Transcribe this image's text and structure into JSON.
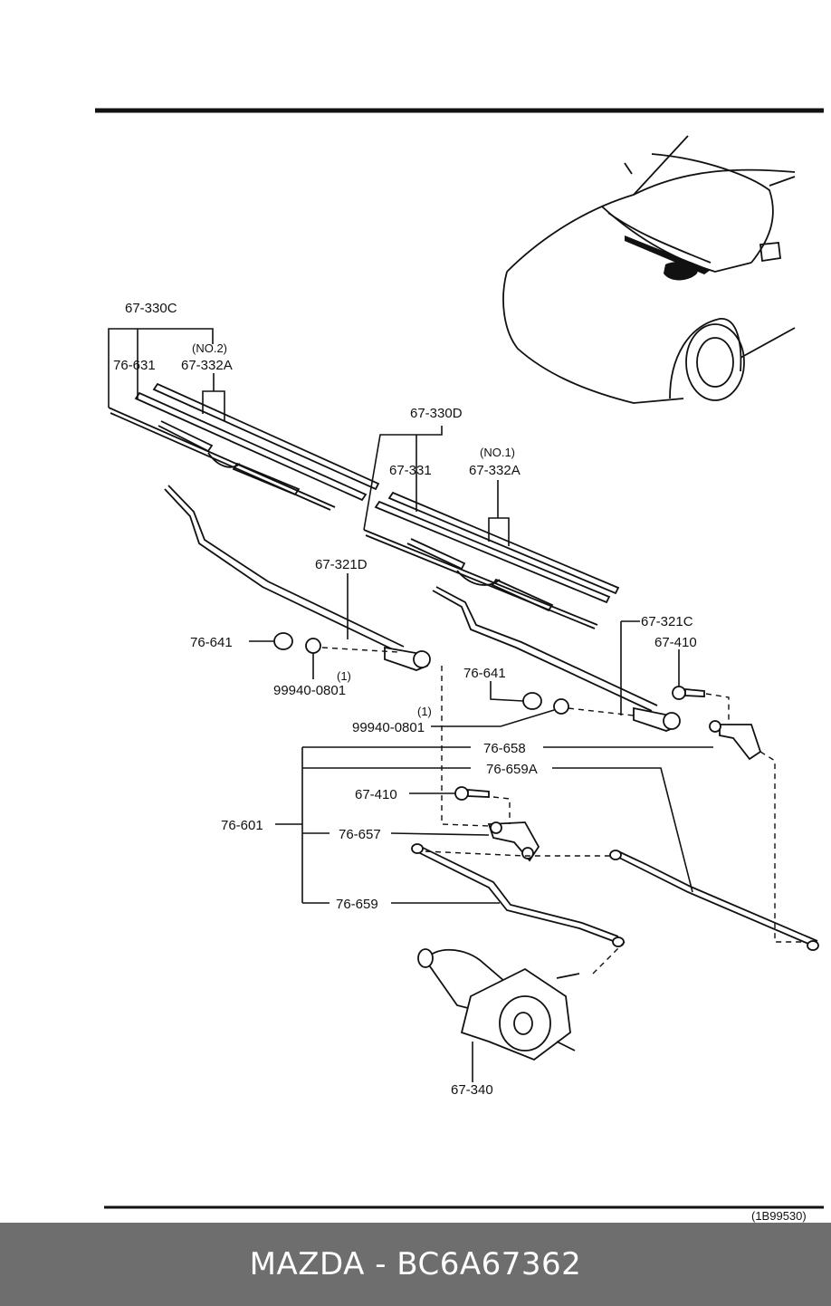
{
  "diagram": {
    "ref_code": "(1B99530)",
    "labels": {
      "l67330C": "67-330C",
      "l76631": "76-631",
      "lNo2": "(NO.2)",
      "l67332A_top": "67-332A",
      "l67330D": "67-330D",
      "lNo1": "(NO.1)",
      "l67331": "67-331",
      "l67332A_mid": "67-332A",
      "l67321D": "67-321D",
      "l76641_left": "76-641",
      "lQty1_a": "(1)",
      "l99940_left": "99940-0801",
      "l67321C": "67-321C",
      "l67410_right": "67-410",
      "l76641_right": "76-641",
      "lQty1_b": "(1)",
      "l99940_mid": "99940-0801",
      "l76658": "76-658",
      "l76659A": "76-659A",
      "l67410_mid": "67-410",
      "l76601": "76-601",
      "l76657": "76-657",
      "l76659": "76-659",
      "l67340": "67-340"
    }
  },
  "footer": {
    "title": "MAZDA - BC6A67362"
  }
}
